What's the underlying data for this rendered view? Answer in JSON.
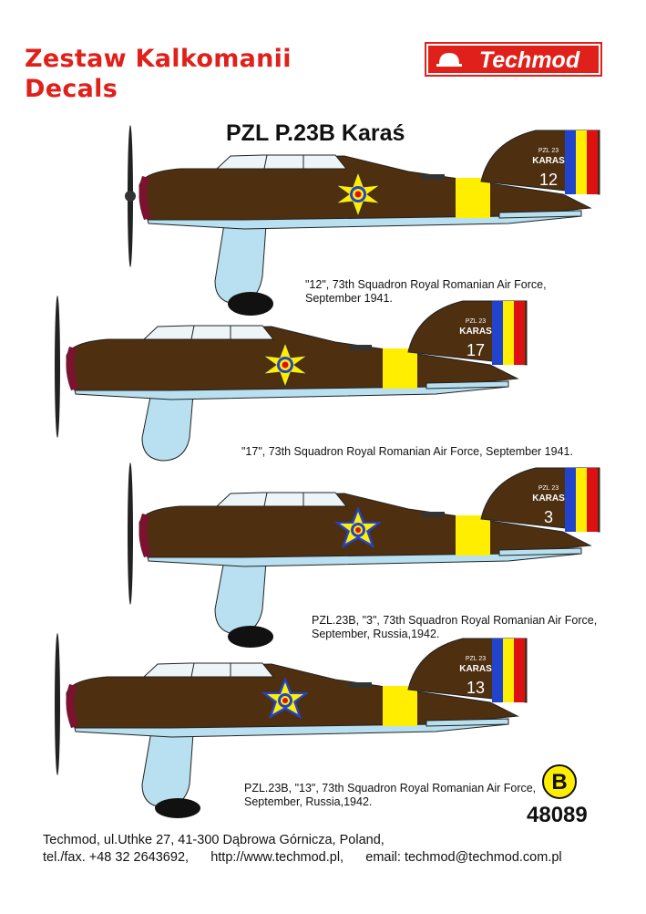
{
  "header": {
    "title_pl": "Zestaw Kalkomanii",
    "title_en": "Decals",
    "logo_text": "Techmod"
  },
  "subject": "PZL P.23B Karaś",
  "colors": {
    "brand_red": "#e0201a",
    "camouflage_brown": "#4e2f10",
    "underside_blue": "#b8e0f0",
    "recognition_yellow": "#ffee00",
    "roundel_blue": "#2244cc",
    "roundel_yellow": "#ffee00",
    "roundel_red": "#dd1111"
  },
  "aircraft": [
    {
      "tail_text": "PZL 23",
      "tail_name": "KARAS",
      "number": "12",
      "caption_lines": [
        "\"12\", 73th Squadron Royal Romanian Air Force,",
        "September 1941."
      ]
    },
    {
      "tail_text": "PZL 23",
      "tail_name": "KARAS",
      "number": "17",
      "caption_lines": [
        "\"17\", 73th Squadron Royal Romanian Air Force, September 1941."
      ]
    },
    {
      "tail_text": "PZL 23",
      "tail_name": "KARAS",
      "number": "3",
      "caption_lines": [
        "PZL.23B, \"3\", 73th Squadron Royal Romanian Air Force,",
        "September, Russia,1942."
      ]
    },
    {
      "tail_text": "PZL 23",
      "tail_name": "KARAS",
      "number": "13",
      "caption_lines": [
        "PZL.23B, \"13\", 73th Squadron Royal Romanian Air Force,",
        "September, Russia,1942."
      ]
    }
  ],
  "badge": "B",
  "catalog_number": "48089",
  "footer": {
    "address": "Techmod, ul.Uthke 27, 41-300 Dąbrowa Górnicza, Poland,",
    "phone": "tel./fax. +48 32 2643692,",
    "website": "http://www.techmod.pl,",
    "email": "email: techmod@techmod.com.pl"
  }
}
